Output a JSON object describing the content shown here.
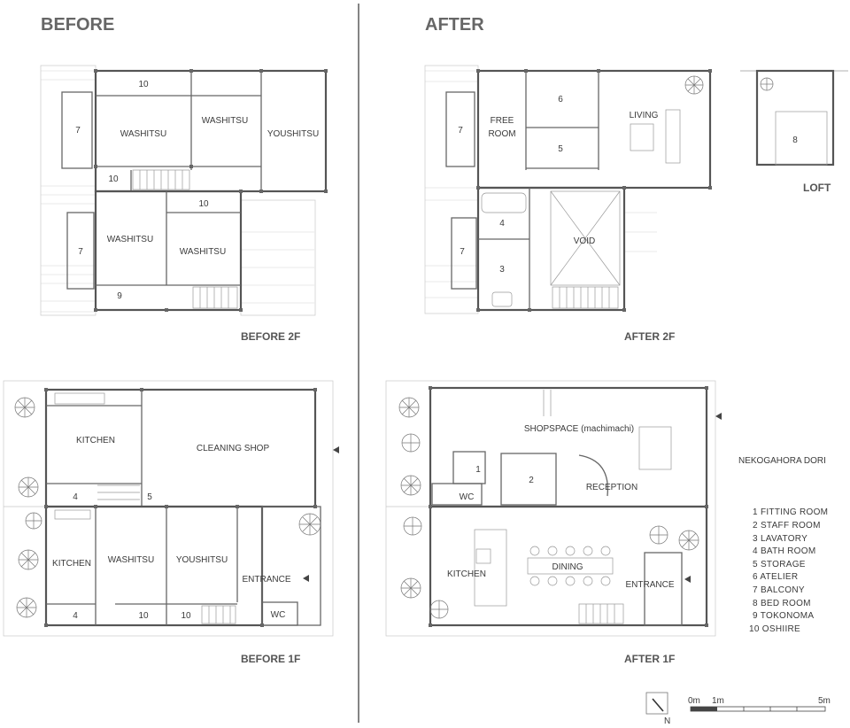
{
  "headers": {
    "before": "BEFORE",
    "after": "AFTER"
  },
  "captions": {
    "before_2f": "BEFORE  2F",
    "after_2f": "AFTER  2F",
    "before_1f": "BEFORE 1F",
    "after_1f": "AFTER 1F",
    "loft": "LOFT"
  },
  "before_2f": {
    "r10_top": "10",
    "r7_a": "7",
    "washitsu_1": "WASHITSU",
    "washitsu_2": "WASHITSU",
    "youshitsu": "YOUSHITSU",
    "r10_mid": "10",
    "r10_right": "10",
    "r7_b": "7",
    "washitsu_3": "WASHITSU",
    "washitsu_4": "WASHITSU",
    "r9": "9"
  },
  "after_2f": {
    "r7_a": "7",
    "free_room_1": "FREE",
    "free_room_2": "ROOM",
    "r6": "6",
    "living": "LIVING",
    "r5": "5",
    "r4": "4",
    "r7_b": "7",
    "r3": "3",
    "void": "VOID",
    "r8": "8"
  },
  "before_1f": {
    "kitchen_1": "KITCHEN",
    "cleaning_shop": "CLEANING SHOP",
    "r4_a": "4",
    "r5": "5",
    "kitchen_2": "KITCHEN",
    "washitsu": "WASHITSU",
    "youshitsu": "YOUSHITSU",
    "entrance": "ENTRANCE",
    "r4_b": "4",
    "r10_a": "10",
    "r10_b": "10",
    "wc": "WC"
  },
  "after_1f": {
    "shopspace": "SHOPSPACE (machimachi)",
    "r1": "1",
    "r2": "2",
    "reception": "RECEPTION",
    "wc": "WC",
    "kitchen": "KITCHEN",
    "dining": "DINING",
    "entrance": "ENTRANCE"
  },
  "street_label": "NEKOGAHORA DORI",
  "legend": [
    "1  FITTING  ROOM",
    "2  STAFF  ROOM",
    "3  LAVATORY",
    "4  BATH ROOM",
    "5  STORAGE",
    "6  ATELIER",
    "7  BALCONY",
    "8  BED ROOM",
    "9  TOKONOMA",
    "10  OSHIIRE"
  ],
  "scale": {
    "zero": "0m",
    "one": "1m",
    "five": "5m"
  },
  "north": "N"
}
